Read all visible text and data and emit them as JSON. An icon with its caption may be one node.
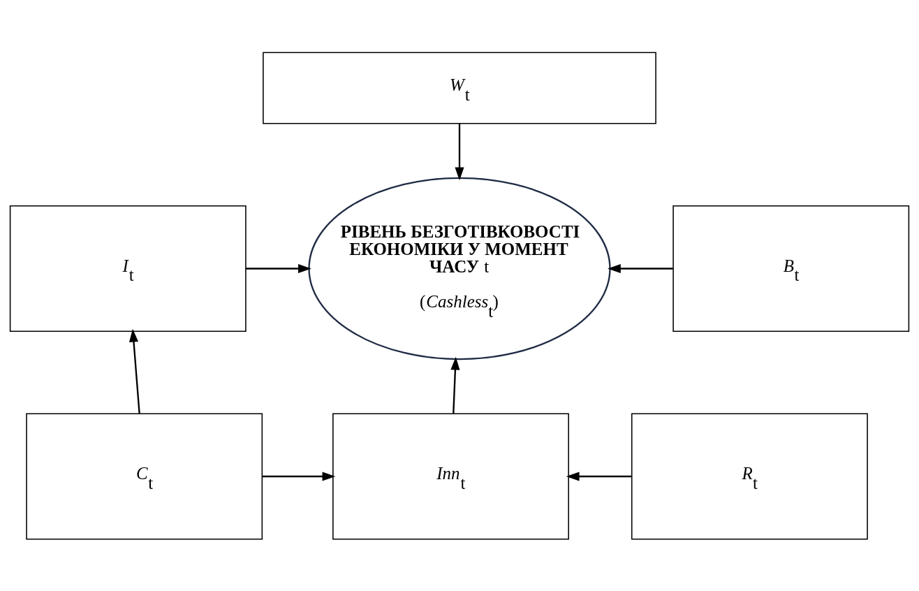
{
  "diagram": {
    "nodes": [
      {
        "text": [
          "*W*$_{t}$"
        ]
      },
      {
        "text": [
          "*I*$_{t}$"
        ]
      },
      {
        "text": [
          "**РІВЕНЬ БЕЗГОТІВКОВОСТІ ЕКОНОМІКИ У МОМЕНТ ЧАСУ** t",
          "(*Cashless*$_{t}$)"
        ]
      },
      {
        "text": [
          "*B*$_{t}$"
        ]
      },
      {
        "text": [
          "*C*$_{t}$"
        ]
      },
      {
        "text": [
          "*Inn*$_{t}$"
        ]
      },
      {
        "text": [
          "*R*$_{t}$"
        ]
      }
    ],
    "edges": [
      {
        "from": 0,
        "to": 2,
        "arrow": "to"
      },
      {
        "from": 1,
        "to": 2,
        "arrow": "to"
      },
      {
        "from": 3,
        "to": 2,
        "arrow": "to"
      },
      {
        "from": 4,
        "to": 1,
        "arrow": "to"
      },
      {
        "from": 5,
        "to": 2,
        "arrow": "to"
      },
      {
        "from": 4,
        "to": 5,
        "arrow": "to"
      },
      {
        "from": 6,
        "to": 5,
        "arrow": "to"
      }
    ]
  }
}
